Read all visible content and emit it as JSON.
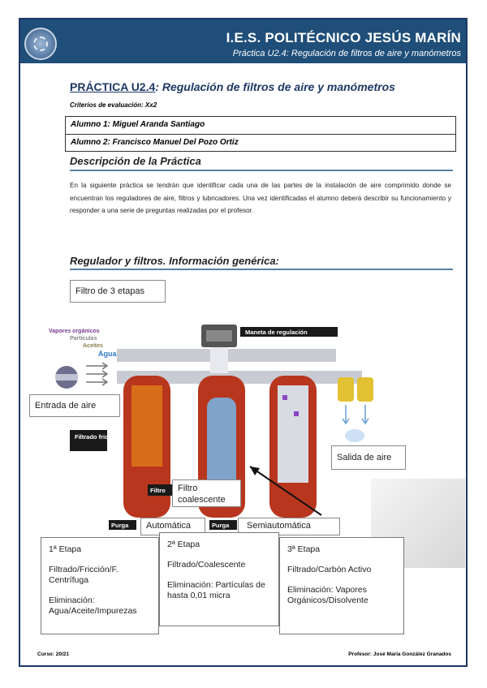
{
  "header": {
    "title": "I.E.S. POLITÉCNICO JESÚS MARÍN",
    "subtitle": "Práctica U2.4: Regulación de filtros de aire y manómetros"
  },
  "practice": {
    "code": "PRÁCTICA U2.4",
    "title_rest": ": Regulación de filtros de aire y manómetros",
    "criteria": "Criterios de evaluación: Xx2"
  },
  "students": [
    "Alumno 1: Miguel Aranda Santiago",
    "Alumno 2: Francisco Manuel Del Pozo Ortiz"
  ],
  "description": {
    "heading": "Descripción de la Práctica",
    "text": "En la siguiente práctica se tendrán que identificar cada una de las partes de la instalación de aire comprimido donde se encuentran los reguladores de aire, filtros y lubricadores. Una vez identificadas el alumno deberá describir su funcionamiento y responder a una serie de preguntas realizadas por el profesor."
  },
  "info": {
    "heading": "Regulador y filtros. Información genérica:"
  },
  "callouts": {
    "filtro3": "Filtro de 3 etapas",
    "entrada": "Entrada de aire",
    "salida": "Salida de aire",
    "coalescente": "Filtro coalescente",
    "automatica": "Automática",
    "semiautomatica": "Semiautomática"
  },
  "diagram_labels": {
    "vapores": "Vapores orgánicos",
    "particulas": "Partículas",
    "aceites": "Aceites",
    "agua": "Agua",
    "maneta": "Maneta de regulación",
    "filtrado_friccion": "Filtrado fricción",
    "filtro_tag": "Filtro",
    "purga1": "Purga",
    "purga2": "Purga"
  },
  "stages": [
    {
      "title": "1ª Etapa",
      "line1": "Filtrado/Fricción/F. Centrífuga",
      "line2": "Eliminación: Agua/Aceite/Impurezas"
    },
    {
      "title": "2ª Etapa",
      "line1": "Filtrado/Coalescente",
      "line2": "Eliminación: Partículas de hasta 0,01 micra"
    },
    {
      "title": "3ª Etapa",
      "line1": "Filtrado/Carbón Activo",
      "line2": "Eliminación: Vapores Orgánicos/Disolvente"
    }
  ],
  "footer": {
    "course": "Curso: 20/21",
    "teacher": "Profesor: José María González Granados"
  },
  "colors": {
    "header": "#1f4e79",
    "filter_red": "#b8361e",
    "filter_blue": "#7fa3c9"
  }
}
